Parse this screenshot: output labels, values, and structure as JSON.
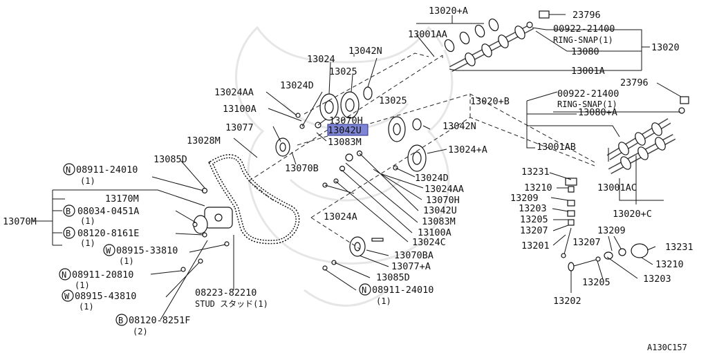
{
  "highlight_color": "#7f86d6",
  "figure_code": "A130C157",
  "labels": {
    "p13020A": "13020+A",
    "p23796a": "23796",
    "p13001AA": "13001AA",
    "p00922a": "00922-21400",
    "ringsnap1": "RING-SNAP(1)",
    "p13020": "13020",
    "p13042N_a": "13042N",
    "p13024": "13024",
    "p13025a": "13025",
    "p13080": "13080",
    "p13001A": "13001A",
    "p13024AA_a": "13024AA",
    "p13024D_a": "13024D",
    "p23796b": "23796",
    "p00922b": "00922-21400",
    "p13100A_a": "13100A",
    "p13025b": "13025",
    "p13020B": "13020+B",
    "ringsnap2": "RING-SNAP(1)",
    "p13070H_a": "13070H",
    "p13080A": "13080+A",
    "p13077": "13077",
    "p13042U_a": "13042U",
    "p13042N_b": "13042N",
    "p13083M_a": "13083M",
    "p13028M": "13028M",
    "p13001AB": "13001AB",
    "p13024A_p": "13024+A",
    "p13085D_a": "13085D",
    "p13070B": "13070B",
    "p13024D_b": "13024D",
    "p13231a": "13231",
    "b08911_24010_a": "08911-24010",
    "q1_a": "(1)",
    "p13024AA_b": "13024AA",
    "p13210a": "13210",
    "p13001AC": "13001AC",
    "p13170M": "13170M",
    "p13070H_b": "13070H",
    "p13209a": "13209",
    "p13042U_b": "13042U",
    "p13203a": "13203",
    "p13020C": "13020+C",
    "b08034": "08034-0451A",
    "p13024A": "13024A",
    "p13083M_b": "13083M",
    "p13205a": "13205",
    "p13070M": "13070M",
    "q1_b": "(1)",
    "p13100A_b": "13100A",
    "p13209b": "13209",
    "p13207a": "13207",
    "b08120_8161E": "08120-8161E",
    "p13024C": "13024C",
    "q1_c": "(1)",
    "p13201": "13201",
    "p13207b": "13207",
    "p13231b": "13231",
    "b08915_33810": "08915-33810",
    "p13070BA": "13070BA",
    "q1_d": "(1)",
    "p13210b": "13210",
    "p13077A": "13077+A",
    "b08911_20810": "08911-20810",
    "p13203b": "13203",
    "p13085D_b": "13085D",
    "p13205b": "13205",
    "q1_e": "(1)",
    "b08911_24010_b": "08911-24010",
    "b08915_43810": "08915-43810",
    "p08223": "08223-82210",
    "q1_f": "(1)",
    "q1_g": "(1)",
    "stud": "STUD スタッド(1)",
    "p13202": "13202",
    "b08120_8251F": "08120-8251F",
    "q2": "(2)"
  },
  "badges": {
    "n1": "N",
    "b1": "B",
    "b2": "B",
    "w1": "W",
    "n2": "N",
    "w2": "W",
    "n3": "N",
    "b3": "B"
  }
}
